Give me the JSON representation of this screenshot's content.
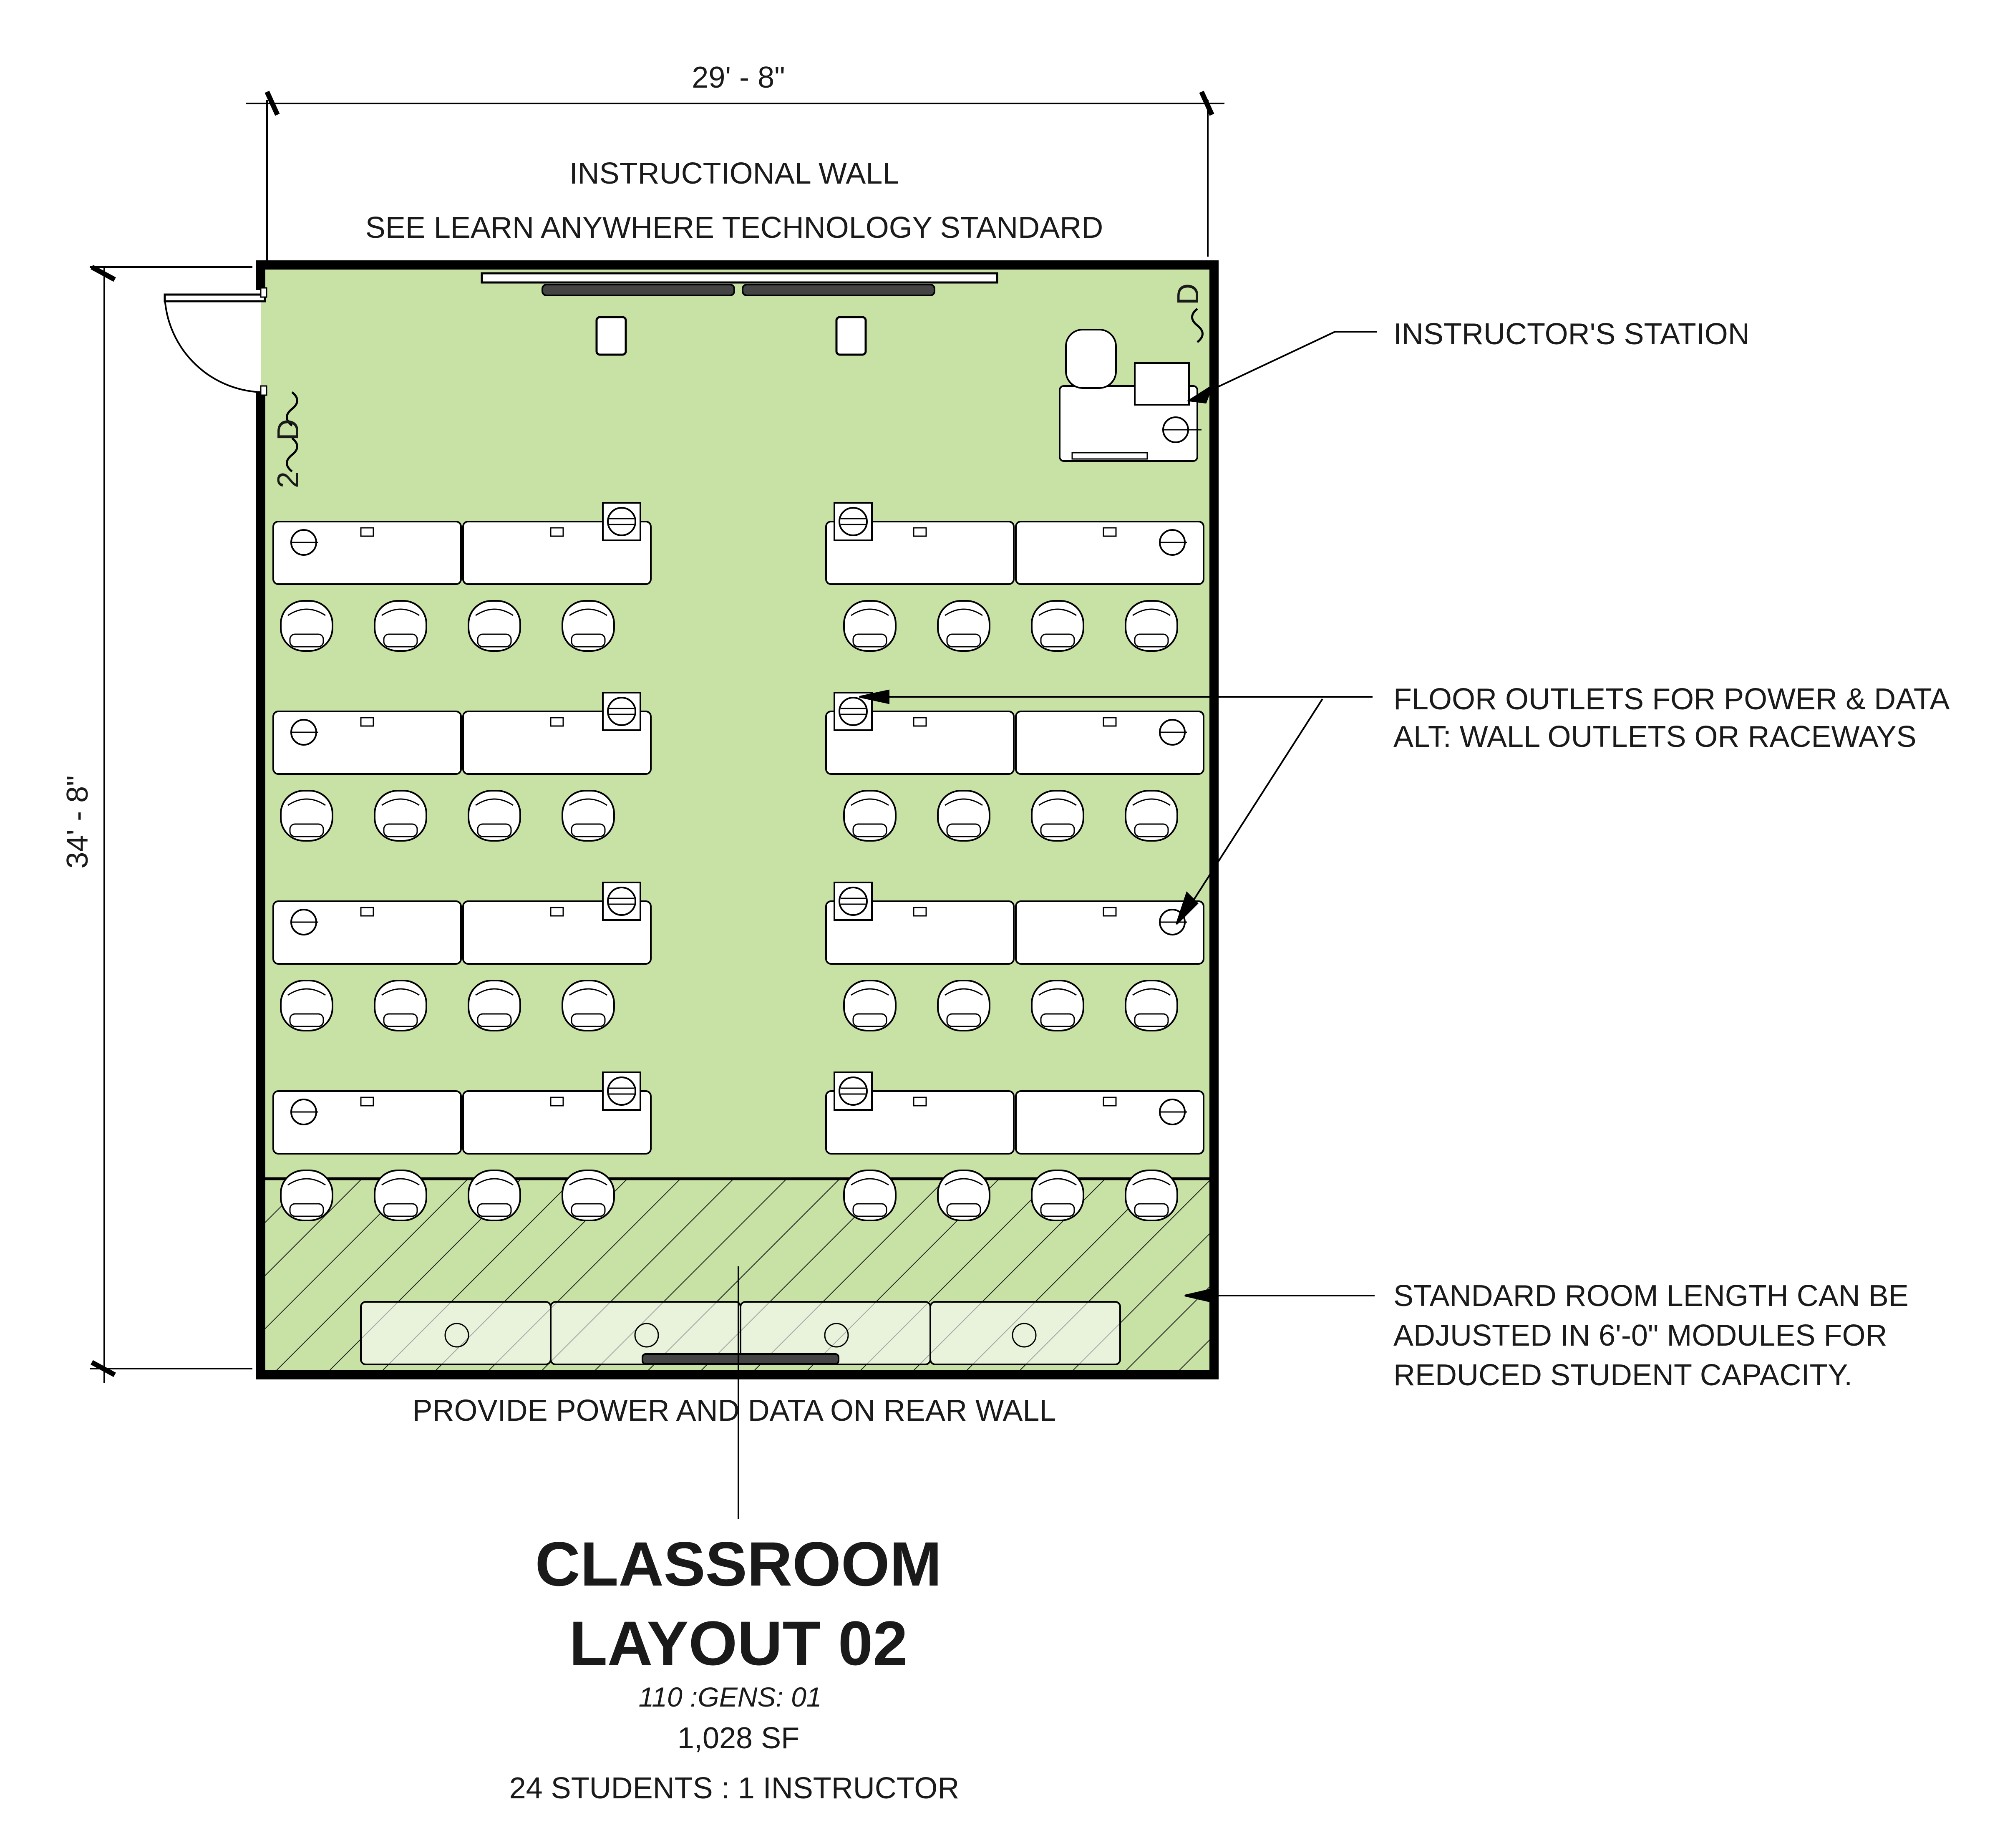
{
  "dimensions": {
    "width": "29' - 8\"",
    "height": "34' - 8\""
  },
  "instructional_wall": {
    "line1": "INSTRUCTIONAL WALL",
    "line2": "SEE LEARN ANYWHERE TECHNOLOGY STANDARD"
  },
  "callouts": {
    "instructor_station": "INSTRUCTOR'S STATION",
    "floor_outlets_1": "FLOOR OUTLETS FOR POWER & DATA",
    "floor_outlets_2": "ALT: WALL OUTLETS OR RACEWAYS",
    "room_length_1": "STANDARD ROOM LENGTH CAN BE",
    "room_length_2": "ADJUSTED IN 6'-0\" MODULES FOR",
    "room_length_3": "REDUCED STUDENT CAPACITY.",
    "rear_wall": "PROVIDE POWER AND DATA ON REAR WALL"
  },
  "outlet_labels": {
    "data": "D",
    "count": "2"
  },
  "title_block": {
    "line1": "CLASSROOM",
    "line2": "LAYOUT 02",
    "code": "110 :GENS: 01",
    "area": "1,028 SF",
    "capacity": "24 STUDENTS : 1 INSTRUCTOR"
  },
  "colors": {
    "floor": "#c8e2a6",
    "wall": "#000000",
    "furniture": "#ffffff"
  }
}
